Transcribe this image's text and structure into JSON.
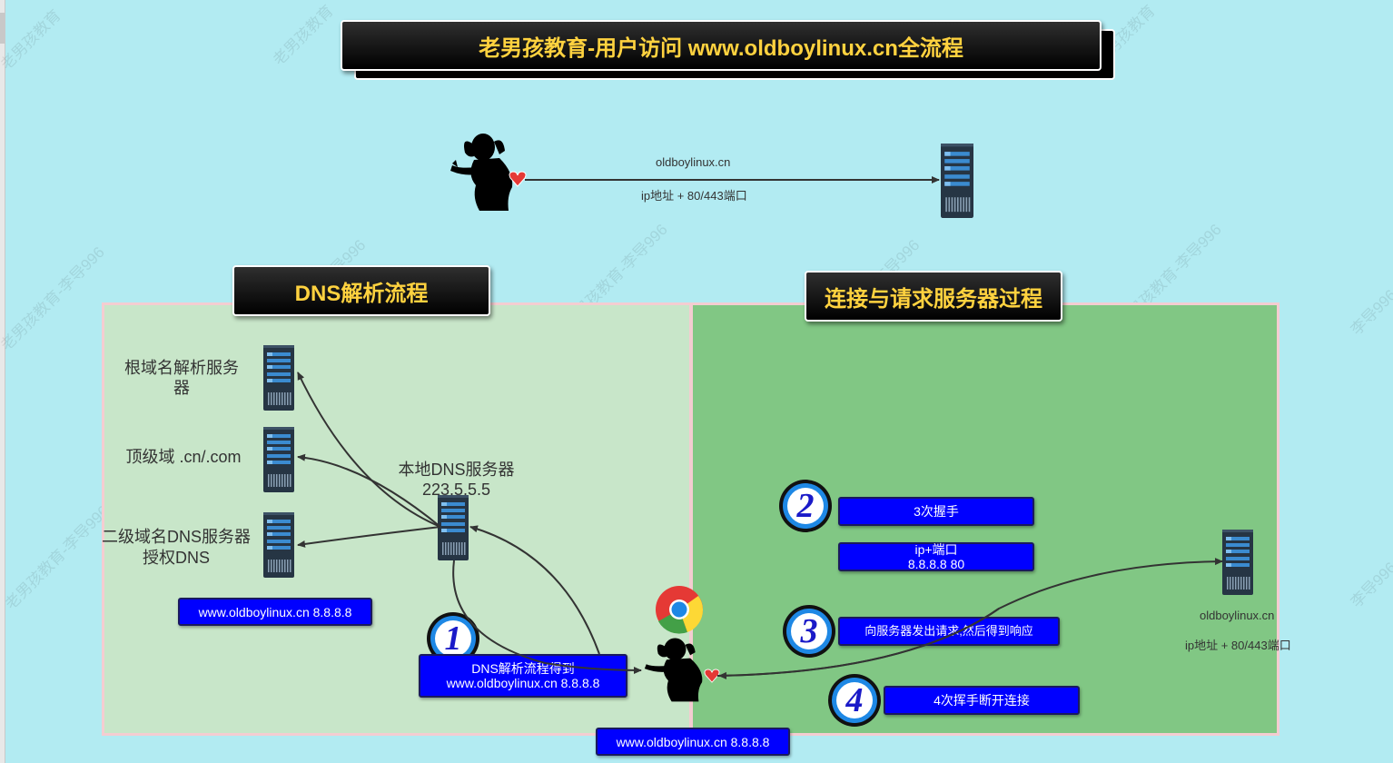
{
  "title": "老男孩教育-用户访问 www.oldboylinux.cn全流程",
  "top_flow": {
    "domain_label": "oldboylinux.cn",
    "ip_label": "ip地址  + 80/443端口"
  },
  "dns_section": {
    "title": "DNS解析流程",
    "root_server_label": "根域名解析服务器",
    "tld_label": "顶级域 .cn/.com",
    "second_level_label": "二级域名DNS服务器\n授权DNS",
    "local_dns_name": "本地DNS服务器",
    "local_dns_ip": "223.5.5.5",
    "result_box": "www.oldboylinux.cn  8.8.8.8",
    "step1_number": "1",
    "step1_line1": "DNS解析流程得到",
    "step1_line2": "www.oldboylinux.cn  8.8.8.8"
  },
  "connect_section": {
    "title": "连接与请求服务器过程",
    "step2_number": "2",
    "step2_text": "3次握手",
    "ip_port_line1": "ip+端口",
    "ip_port_line2": "8.8.8.8  80",
    "step3_number": "3",
    "step3_text": "向服务器发出请求,然后得到响应",
    "step4_number": "4",
    "step4_text": "4次挥手断开连接",
    "server_domain": "oldboylinux.cn",
    "server_ip_label": "ip地址  + 80/443端口"
  },
  "bottom_box": "www.oldboylinux.cn  8.8.8.8",
  "watermarks": [
    "老男孩教育",
    "老男孩教育-李导996",
    "李导996"
  ],
  "colors": {
    "background": "#b2ebf2",
    "dns_panel": "#c8e6c9",
    "connect_panel": "#81c784",
    "title_text": "#ffd23f",
    "blue_box": "#0000ff"
  },
  "icons": [
    "server-icon",
    "person-silhouette-icon",
    "heart-icon",
    "chrome-icon",
    "number-badge-icon"
  ]
}
